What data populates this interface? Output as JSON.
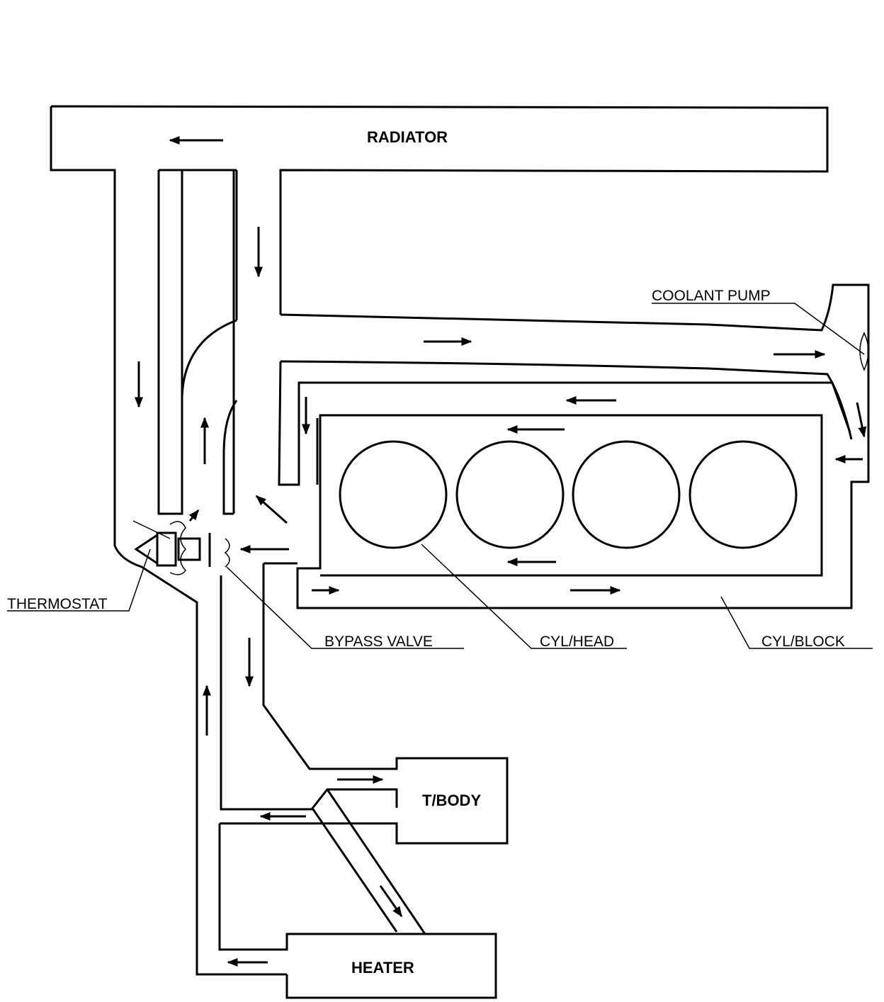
{
  "labels": {
    "radiator": "RADIATOR",
    "coolant_pump": "COOLANT PUMP",
    "thermostat": "THERMOSTAT",
    "bypass_valve": "BYPASS VALVE",
    "cyl_head": "CYL/HEAD",
    "cyl_block": "CYL/BLOCK",
    "t_body": "T/BODY",
    "heater": "HEATER"
  }
}
